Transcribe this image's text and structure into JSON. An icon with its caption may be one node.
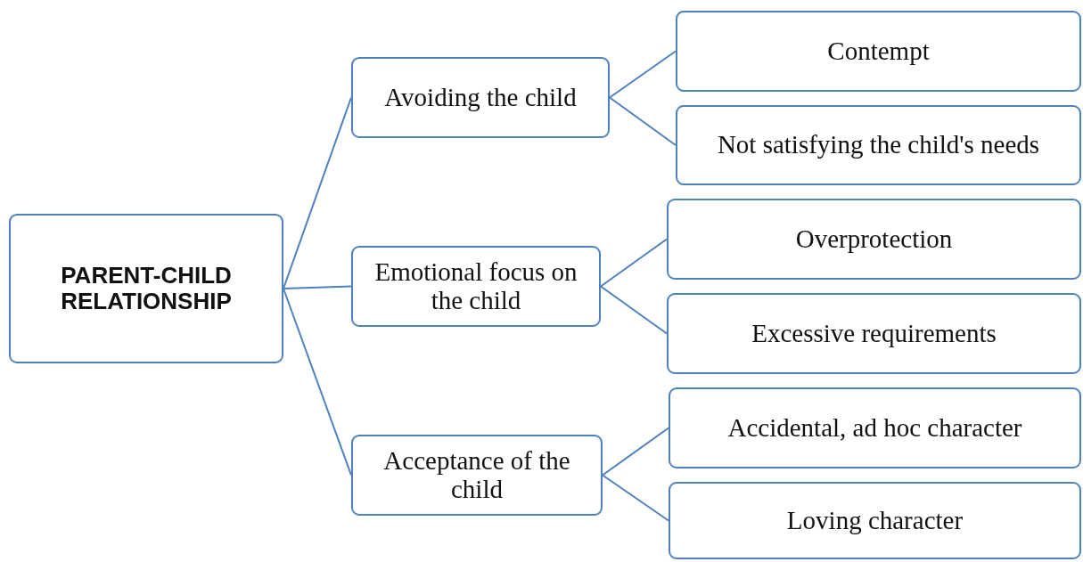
{
  "diagram": {
    "nodes": [
      {
        "text": [
          "PARENT-CHILD RELATIONSHIP"
        ]
      },
      {
        "text": [
          "Avoiding the child"
        ]
      },
      {
        "text": [
          "Emotional focus on the child"
        ]
      },
      {
        "text": [
          "Acceptance of the child"
        ]
      },
      {
        "text": [
          "Contempt"
        ]
      },
      {
        "text": [
          "Not satisfying the child's needs"
        ]
      },
      {
        "text": [
          "Overprotection"
        ]
      },
      {
        "text": [
          "Excessive requirements"
        ]
      },
      {
        "text": [
          "Accidental, ad hoc character"
        ]
      },
      {
        "text": [
          "Loving character"
        ]
      }
    ],
    "edges": [
      {
        "from": 0,
        "to": 1,
        "arrow": "none"
      },
      {
        "from": 0,
        "to": 2,
        "arrow": "none"
      },
      {
        "from": 0,
        "to": 3,
        "arrow": "none"
      },
      {
        "from": 1,
        "to": 4,
        "arrow": "none"
      },
      {
        "from": 1,
        "to": 5,
        "arrow": "none"
      },
      {
        "from": 2,
        "to": 6,
        "arrow": "none"
      },
      {
        "from": 2,
        "to": 7,
        "arrow": "none"
      },
      {
        "from": 3,
        "to": 8,
        "arrow": "none"
      },
      {
        "from": 3,
        "to": 9,
        "arrow": "none"
      }
    ]
  }
}
